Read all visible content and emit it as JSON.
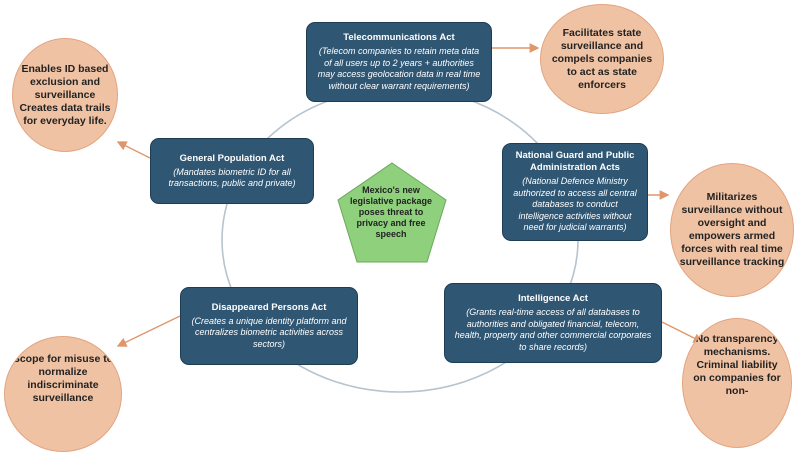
{
  "center": {
    "text": "Mexico's new legislative package poses threat to privacy and free speech",
    "fill": "#8ed07c"
  },
  "acts": [
    {
      "id": "telecom",
      "title": "Telecommunications Act",
      "description": "(Telecom companies to retain meta data of all users up to 2 years + authorities may access geolocation data in real time without clear warrant requirements)",
      "impact": "Facilitates state surveillance and compels companies to act as state enforcers"
    },
    {
      "id": "national-guard",
      "title": "National Guard and Public Administration Acts",
      "description": "(National Defence Ministry authorized to access all central databases to conduct intelligence activities without need for judicial warrants)",
      "impact": "Militarizes surveillance without oversight and empowers armed forces with real time surveillance tracking"
    },
    {
      "id": "intelligence",
      "title": "Intelligence Act",
      "description": "(Grants real-time access of all databases to authorities and obligated financial, telecom, health, property and other commercial corporates to share records)",
      "impact": "No transparency mechanisms. Criminal liability on companies for non-"
    },
    {
      "id": "disappeared",
      "title": "Disappeared Persons Act",
      "description": "(Creates a unique identity platform and centralizes biometric activities across sectors)",
      "impact": "Scope for misuse to normalize indiscriminate surveillance"
    },
    {
      "id": "population",
      "title": "General Population Act",
      "description": "(Mandates biometric ID for all transactions, public and private)",
      "impact": "Enables ID based exclusion and surveillance Creates data trails for everyday life."
    }
  ],
  "colors": {
    "box": "#2f5673",
    "circle": "#f0c2a4",
    "arrow": "#e0956a",
    "ring": "#b7c3cd"
  }
}
